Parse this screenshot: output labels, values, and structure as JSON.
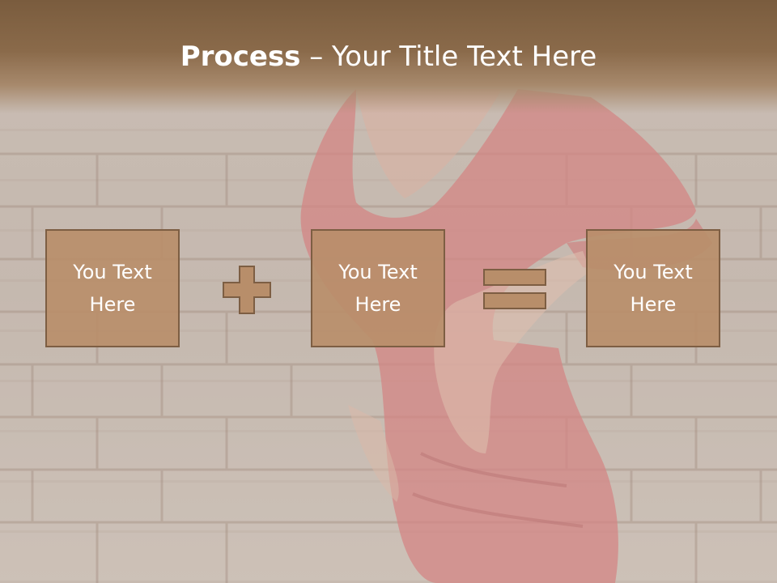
{
  "slide": {
    "title_bold": "Process",
    "title_rest": " – Your Title Text Here",
    "boxes": [
      {
        "text": "You Text Here"
      },
      {
        "text": "You Text Here"
      },
      {
        "text": "You Text Here"
      }
    ],
    "operators": [
      "plus-icon",
      "equals-icon"
    ],
    "colors": {
      "title_bar": "#7a5c3e",
      "box_fill": "#b88e6a",
      "box_border": "#7d5e43",
      "text": "#ffffff"
    }
  }
}
